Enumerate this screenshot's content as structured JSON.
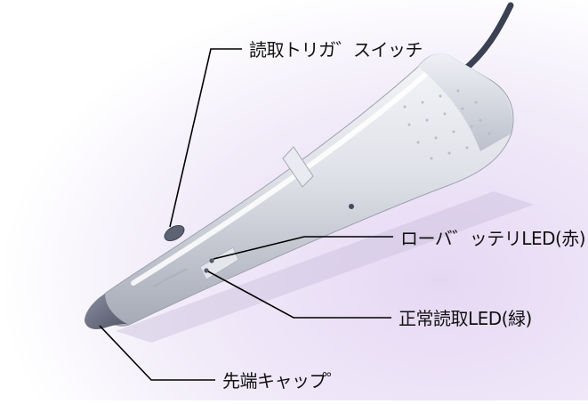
{
  "diagram": {
    "labels": {
      "trigger_switch": "読取トリガ゛スイッチ",
      "low_battery_led": "ローバ゛ッテリLED(赤)",
      "normal_read_led": "正常読取LED(緑)",
      "tip_cap": "先端キャップ゜"
    },
    "colors": {
      "background_tint": "#e9ddf5",
      "pen_body": "#d9dce3",
      "pen_highlight": "#f3f4f7",
      "pen_shadow": "#a9adb8",
      "cable": "#3a4152",
      "tip": "#6f7484",
      "leader_line": "#000000"
    },
    "icons": {
      "pen_scanner": "pen-barcode-scanner-illustration"
    }
  }
}
